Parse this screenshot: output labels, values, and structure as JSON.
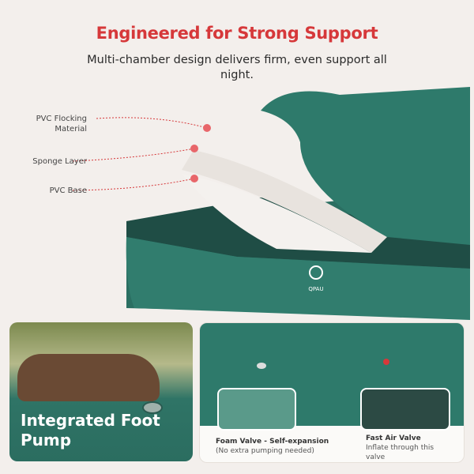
{
  "header": {
    "title": "Engineered for Strong Support",
    "subtitle": "Multi-chamber design delivers firm, even support all night."
  },
  "layers": [
    {
      "label": "PVC Flocking Material"
    },
    {
      "label": "Sponge Layer"
    },
    {
      "label": "PVC Base"
    }
  ],
  "brand": {
    "logo": "QPAU"
  },
  "features": {
    "pump": "Integrated Foot Pump",
    "foam_valve_title": "Foam Valve - Self-expansion",
    "foam_valve_note": "(No extra pumping needed)",
    "air_valve_title": "Fast Air Valve",
    "air_valve_note": "Inflate through this valve"
  },
  "colors": {
    "accent": "#d6383a",
    "mattress": "#2e7a6b",
    "background": "#f3efec"
  }
}
